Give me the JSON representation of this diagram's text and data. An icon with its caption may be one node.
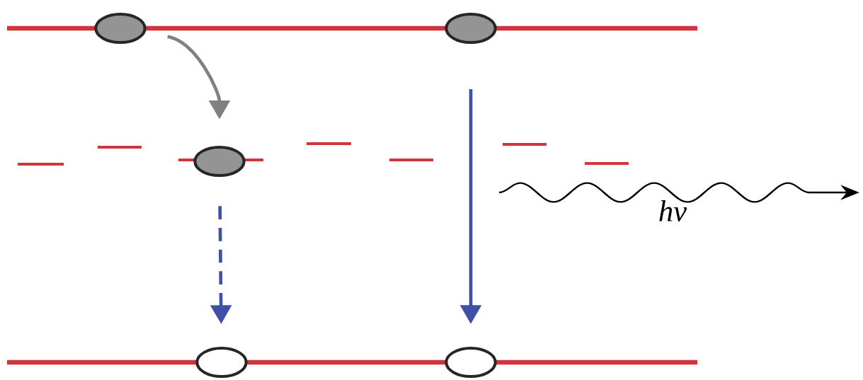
{
  "diagram": {
    "nodes": [
      {
        "text": [],
        "shape": "circle"
      },
      {
        "text": [],
        "shape": "circle"
      },
      {
        "text": [],
        "shape": "circle"
      },
      {
        "text": [],
        "shape": "circle"
      },
      {
        "text": [],
        "shape": "circle"
      }
    ],
    "edges": [
      {
        "from": 0,
        "to": 2,
        "arrow": "to",
        "color": "#808080"
      },
      {
        "from": 1,
        "to": 4,
        "arrow": "to"
      },
      {
        "from": 2,
        "to": 3,
        "arrow": "to",
        "style": "dashed"
      }
    ],
    "labels": [
      "hν"
    ]
  }
}
